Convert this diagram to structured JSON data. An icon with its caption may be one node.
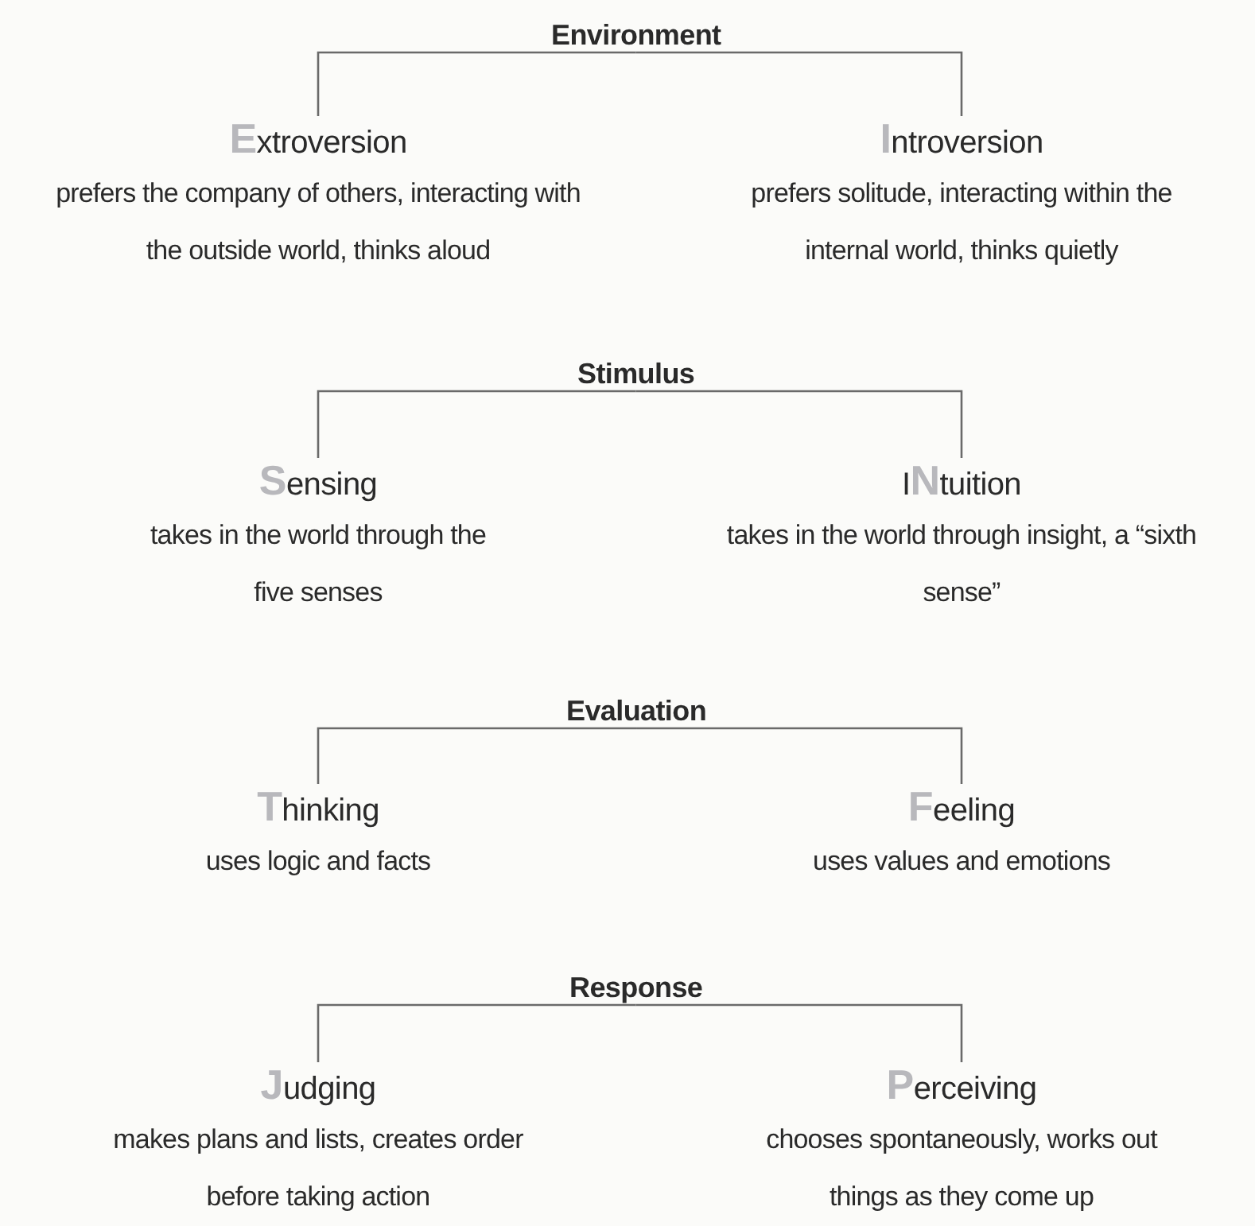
{
  "diagram": {
    "nodes": [
      {
        "text": [
          "Environment"
        ]
      },
      {
        "text": [
          "Extroversion",
          "prefers the company of others, interacting with the outside world, thinks aloud"
        ]
      },
      {
        "text": [
          "Introversion",
          "prefers solitude, interacting within the internal world, thinks quietly"
        ]
      },
      {
        "text": [
          "Stimulus"
        ]
      },
      {
        "text": [
          "Sensing",
          "takes in the world through the five senses"
        ]
      },
      {
        "text": [
          "INtuition",
          "takes in the world through insight, a “sixth sense”"
        ]
      },
      {
        "text": [
          "Evaluation"
        ]
      },
      {
        "text": [
          "Thinking",
          "uses logic and facts"
        ]
      },
      {
        "text": [
          "Feeling",
          "uses values and emotions"
        ]
      },
      {
        "text": [
          "Response"
        ]
      },
      {
        "text": [
          "Judging",
          "makes plans and lists, creates order before taking action"
        ]
      },
      {
        "text": [
          "Perceiving",
          "chooses spontaneously, works out things as they come up"
        ]
      }
    ],
    "edges": [
      {
        "from": 0,
        "to": 1,
        "arrow": "none"
      },
      {
        "from": 0,
        "to": 2,
        "arrow": "none"
      },
      {
        "from": 3,
        "to": 4,
        "arrow": "none"
      },
      {
        "from": 3,
        "to": 5,
        "arrow": "none"
      },
      {
        "from": 6,
        "to": 7,
        "arrow": "none"
      },
      {
        "from": 6,
        "to": 8,
        "arrow": "none"
      },
      {
        "from": 9,
        "to": 10,
        "arrow": "none"
      },
      {
        "from": 9,
        "to": 11,
        "arrow": "none"
      }
    ]
  }
}
